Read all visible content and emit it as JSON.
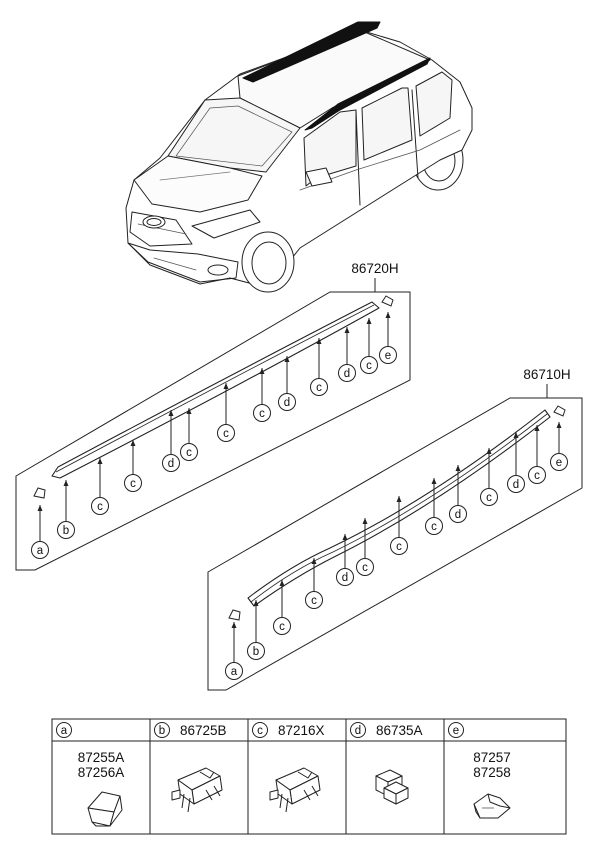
{
  "assembly_left": {
    "part_number": "86720H"
  },
  "assembly_right": {
    "part_number": "86710H"
  },
  "callouts_left": [
    "a",
    "b",
    "c",
    "c",
    "d",
    "c",
    "c",
    "c",
    "d",
    "c",
    "d",
    "c",
    "e"
  ],
  "callouts_right": [
    "a",
    "b",
    "c",
    "c",
    "d",
    "c",
    "c",
    "c",
    "d",
    "c",
    "d",
    "c",
    "e"
  ],
  "parts_table": [
    {
      "letter": "a",
      "part_numbers": [
        "",
        "87255A",
        "87256A"
      ]
    },
    {
      "letter": "b",
      "part_numbers": [
        "86725B"
      ]
    },
    {
      "letter": "c",
      "part_numbers": [
        "87216X"
      ]
    },
    {
      "letter": "d",
      "part_numbers": [
        "86735A"
      ]
    },
    {
      "letter": "e",
      "part_numbers": [
        "",
        "87257",
        "87258"
      ]
    }
  ]
}
